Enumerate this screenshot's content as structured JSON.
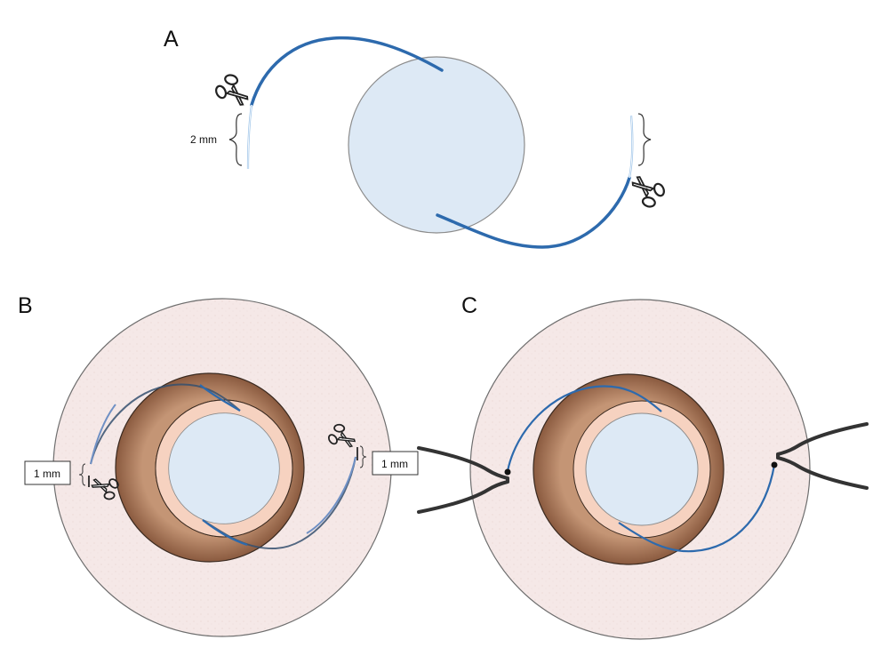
{
  "panels": {
    "a": {
      "letter": "A",
      "measure_label": "2 mm"
    },
    "b": {
      "letter": "B",
      "left_label": "1 mm",
      "right_label": "1 mm"
    },
    "c": {
      "letter": "C"
    }
  },
  "colors": {
    "optic": "#dde9f5",
    "optic_edge": "#8c8c8c",
    "haptic": "#2d6aad",
    "haptic_cut": "#9cc3e8",
    "sclera": "#f5e8e7",
    "iris_outer": "#8a5a3f",
    "iris_inner": "#c49575",
    "pupil_ring": "#f6d2c0",
    "forceps": "#333333"
  },
  "icons": [
    "scissors-icon",
    "forceps-icon"
  ]
}
